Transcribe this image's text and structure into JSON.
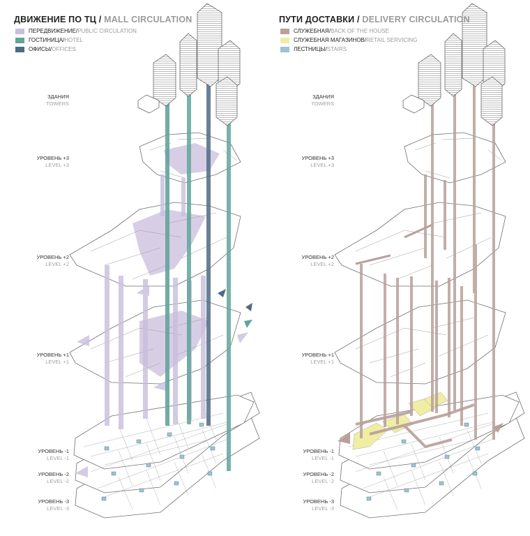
{
  "colors": {
    "public": "#c9bedd",
    "hotel": "#62a49a",
    "offices": "#4f6b84",
    "service": "#b8a09b",
    "retail": "#f0eda4",
    "stairs": "#9cc4d2",
    "slab_fill": "#ffffff",
    "slab_line": "#6f6f6f",
    "tower_fill": "#ffffff"
  },
  "left": {
    "title": {
      "ru": "ДВИЖЕНИЕ ПО ТЦ",
      "sep": " / ",
      "en": "MALL CIRCULATION"
    },
    "legend": [
      {
        "ru": "ПЕРЕДВИЖЕНИЕ",
        "sep": " / ",
        "en": "PUBLIC CIRCULATION",
        "color_key": "public"
      },
      {
        "ru": "ГОСТИНИЦА",
        "sep": " / ",
        "en": "HOTEL",
        "color_key": "hotel"
      },
      {
        "ru": "ОФИСЫ",
        "sep": " / ",
        "en": "OFFICES",
        "color_key": "offices"
      }
    ]
  },
  "right": {
    "title": {
      "ru": "ПУТИ ДОСТАВКИ",
      "sep": " / ",
      "en": "DELIVERY CIRCULATION"
    },
    "legend": [
      {
        "ru": "СЛУЖЕБНАЯ",
        "sep": " / ",
        "en": "BACK OF THE HOUSE",
        "color_key": "service"
      },
      {
        "ru": "СЛУЖЕБНАЯ МАГАЗИНОВ",
        "sep": " / ",
        "en": "RETAIL SERVICING",
        "color_key": "retail"
      },
      {
        "ru": "ЛЕСТНИЦЫ",
        "sep": " / ",
        "en": "STAIRS",
        "color_key": "stairs"
      }
    ]
  },
  "levels": [
    {
      "ru": "ЗДАНИЯ",
      "en": "TOWERS"
    },
    {
      "ru": "УРОВЕНЬ +3",
      "en": "LEVEL +3"
    },
    {
      "ru": "УРОВЕНЬ +2",
      "en": "LEVEL +2"
    },
    {
      "ru": "УРОВЕНЬ +1",
      "en": "LEVEL +1"
    },
    {
      "ru": "УРОВЕНЬ -1",
      "en": "LEVEL -1"
    },
    {
      "ru": "УРОВЕНЬ -2",
      "en": "LEVEL -2"
    },
    {
      "ru": "УРОВЕНЬ -3",
      "en": "LEVEL -3"
    }
  ]
}
